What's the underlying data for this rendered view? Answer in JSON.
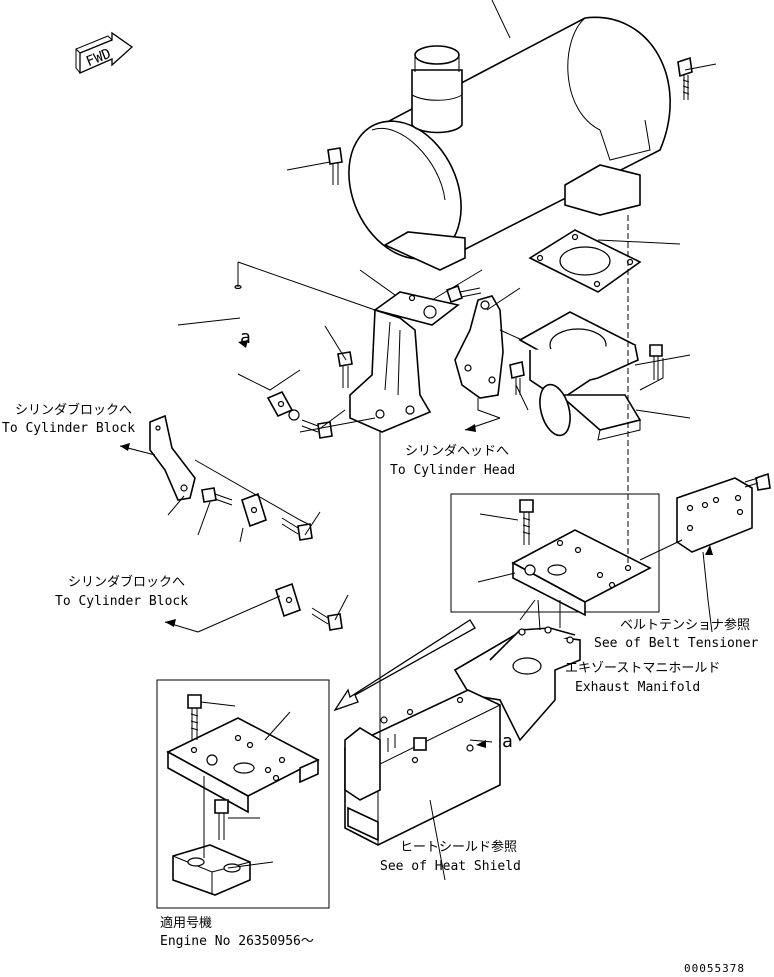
{
  "fwd_label": "FWD",
  "callout_letter": "a",
  "labels": {
    "cyl_block_upper_jp": "シリンダブロックへ",
    "cyl_block_upper_en": "To Cylinder Block",
    "cyl_block_lower_jp": "シリンダブロックへ",
    "cyl_block_lower_en": "To Cylinder Block",
    "cyl_head_jp": "シリンダヘッドへ",
    "cyl_head_en": "To Cylinder Head",
    "belt_tensioner_jp": "ベルトテンショナ参照",
    "belt_tensioner_en": "See of Belt Tensioner",
    "exhaust_manifold_jp": "エキゾーストマニホールド",
    "exhaust_manifold_en": "Exhaust Manifold",
    "heat_shield_jp": "ヒートシールド参照",
    "heat_shield_en": "See of Heat Shield",
    "applicable_jp": "適用号機",
    "applicable_en": "Engine No 26350956～"
  },
  "drawing_number": "00055378"
}
